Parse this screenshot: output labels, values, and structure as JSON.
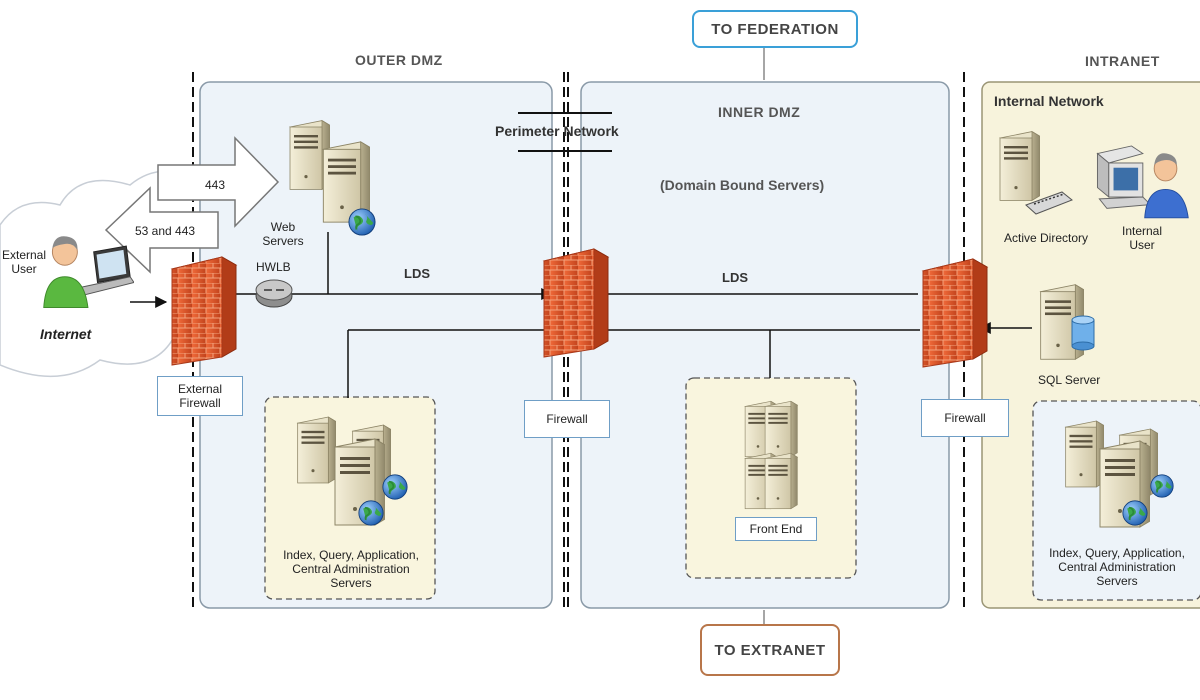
{
  "zones": {
    "outer_dmz": "OUTER DMZ",
    "inner_dmz": "INNER DMZ",
    "intranet": "INTRANET",
    "internal_network": "Internal Network",
    "perimeter_network": "Perimeter Network",
    "domain_bound": "(Domain Bound Servers)"
  },
  "connectors": {
    "to_federation": "TO FEDERATION",
    "to_extranet": "TO EXTRANET"
  },
  "internet": {
    "external_user": "External\nUser",
    "label": "Internet",
    "port_443": "443",
    "port_53_443": "53 and 443"
  },
  "outer": {
    "web_servers": "Web\nServers",
    "hwlb": "HWLB",
    "lds": "LDS",
    "external_firewall": "External\nFirewall",
    "farm_servers": "Index, Query, Application,\nCentral Administration\nServers"
  },
  "inner": {
    "lds": "LDS",
    "firewall": "Firewall",
    "front_end": "Front End"
  },
  "intranet_side": {
    "firewall": "Firewall",
    "active_directory": "Active Directory",
    "internal_user": "Internal\nUser",
    "sql_server": "SQL Server",
    "farm_servers": "Index, Query, Application,\nCentral Administration\nServers"
  },
  "colors": {
    "zone_fill": "#edf3f9",
    "zone_border": "#8a9aa8",
    "intranet_fill": "#f7f3dc",
    "firewall": "#e2562a",
    "box_border": "#6f9ec6",
    "federation_border": "#3aa0d8",
    "extranet_border": "#b8764a"
  },
  "icons": [
    "server-icon",
    "globe-icon",
    "firewall-icon",
    "router-icon",
    "user-laptop-icon",
    "workstation-user-icon",
    "database-icon",
    "cloud-icon",
    "arrow-icon"
  ]
}
